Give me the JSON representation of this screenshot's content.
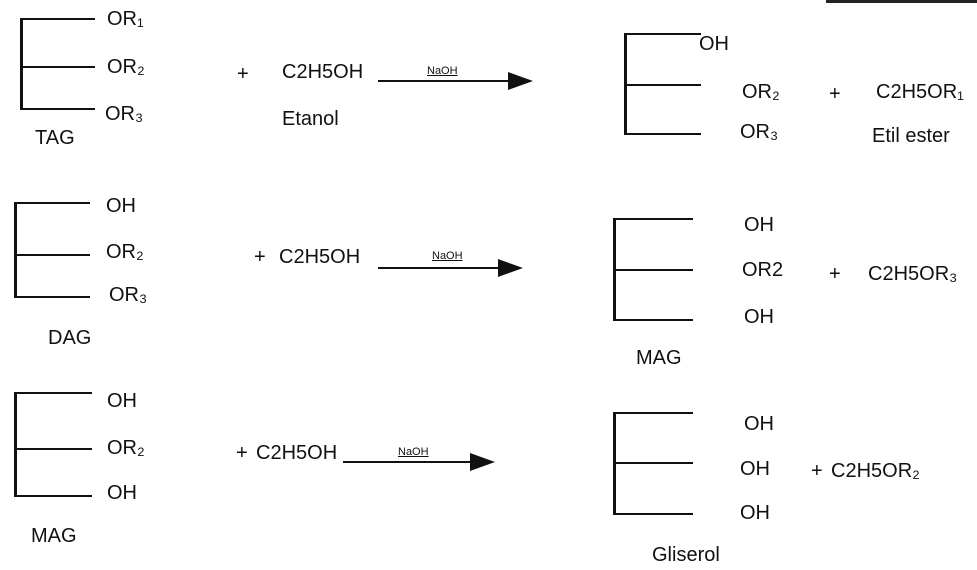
{
  "reactions": [
    {
      "reactant": {
        "groups": [
          "OR₁",
          "OR₂",
          "OR₃"
        ],
        "name": "TAG"
      },
      "plus": "+",
      "reagent": "C2H5OH",
      "reagent_name": "Etanol",
      "catalyst": "NaOH",
      "product": {
        "groups": [
          "OH",
          "OR₂",
          "OR₃"
        ],
        "name": ""
      },
      "plus2": "+",
      "byproduct": "C2H5OR₁",
      "byproduct_name": "Etil ester"
    },
    {
      "reactant": {
        "groups": [
          "OH",
          "OR₂",
          "OR₃"
        ],
        "name": "DAG"
      },
      "plus": "+",
      "reagent": "C2H5OH",
      "reagent_name": "",
      "catalyst": "NaOH",
      "product": {
        "groups": [
          "OH",
          "OR2",
          "OH"
        ],
        "name": "MAG"
      },
      "plus2": "+",
      "byproduct": "C2H5OR₃",
      "byproduct_name": ""
    },
    {
      "reactant": {
        "groups": [
          "OH",
          "OR₂",
          "OH"
        ],
        "name": "MAG"
      },
      "plus": "+",
      "reagent": "C2H5OH",
      "reagent_name": "",
      "catalyst": "NaOH",
      "product": {
        "groups": [
          "OH",
          "OH",
          "OH"
        ],
        "name": "Gliserol"
      },
      "plus2": "+",
      "byproduct": "C2H5OR₂",
      "byproduct_name": ""
    }
  ]
}
